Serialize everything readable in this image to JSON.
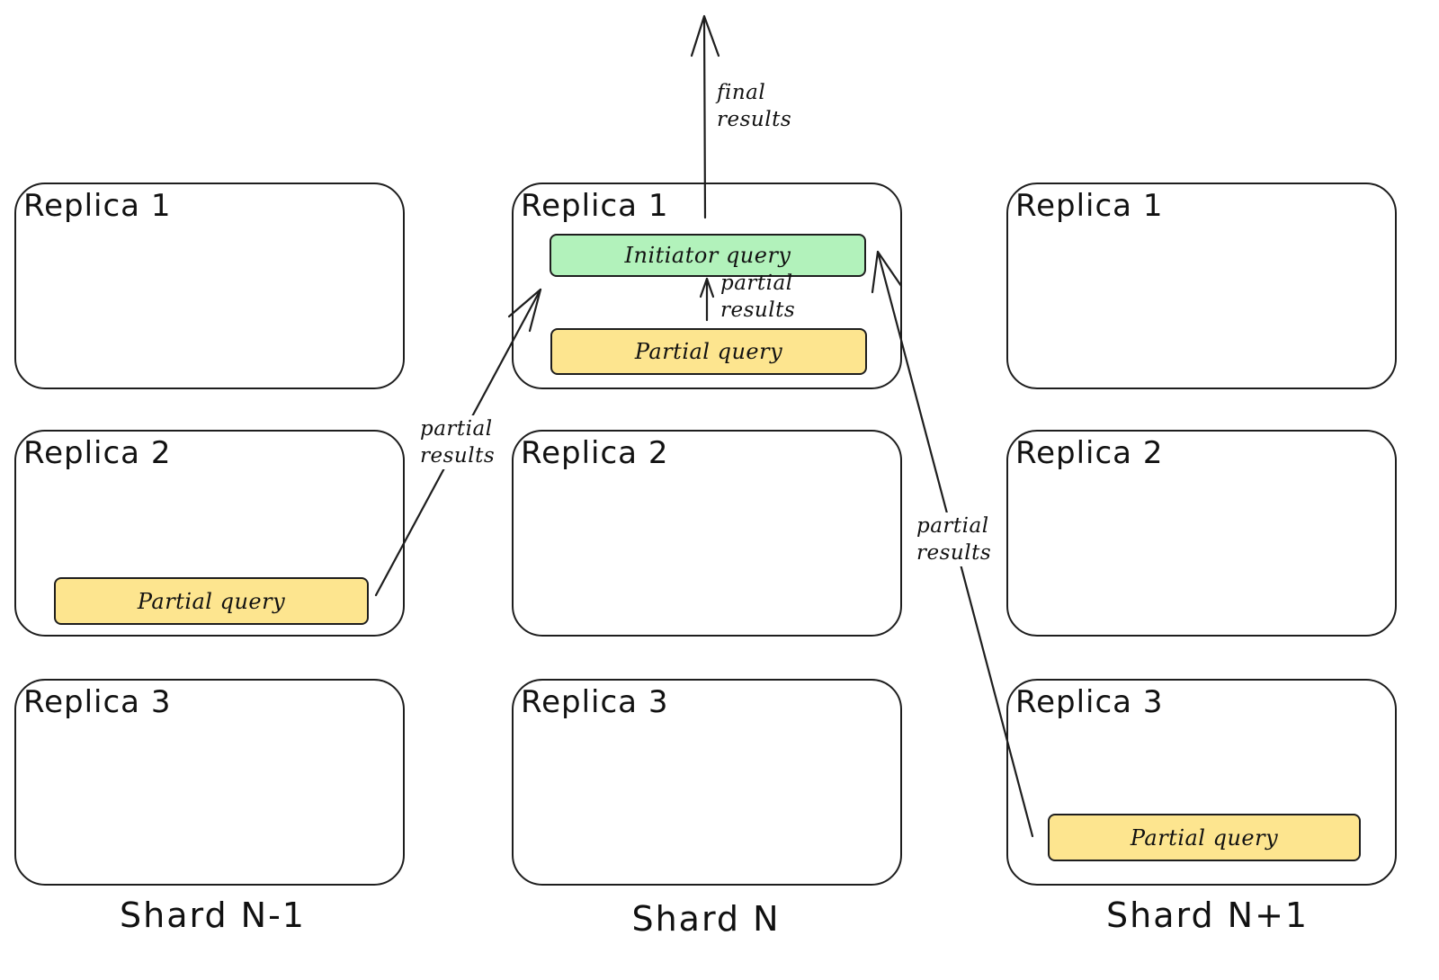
{
  "shards": [
    {
      "label": "Shard N-1",
      "replicas": [
        {
          "label": "Replica 1"
        },
        {
          "label": "Replica 2",
          "query": "Partial query"
        },
        {
          "label": "Replica 3"
        }
      ]
    },
    {
      "label": "Shard N",
      "replicas": [
        {
          "label": "Replica 1",
          "initiator_query": "Initiator query",
          "query": "Partial query"
        },
        {
          "label": "Replica 2"
        },
        {
          "label": "Replica 3"
        }
      ]
    },
    {
      "label": "Shard N+1",
      "replicas": [
        {
          "label": "Replica 1"
        },
        {
          "label": "Replica 2"
        },
        {
          "label": "Replica 3",
          "query": "Partial query"
        }
      ]
    }
  ],
  "flows": {
    "final": {
      "line1": "final",
      "line2": "results"
    },
    "local_partial": {
      "line1": "partial",
      "line2": "results"
    },
    "left_partial": {
      "line1": "partial",
      "line2": "results"
    },
    "right_partial": {
      "line1": "partial",
      "line2": "results"
    }
  },
  "colors": {
    "partial_query_fill": "#fde58f",
    "initiator_query_fill": "#b2f2bb",
    "stroke": "#1e1e1e"
  }
}
